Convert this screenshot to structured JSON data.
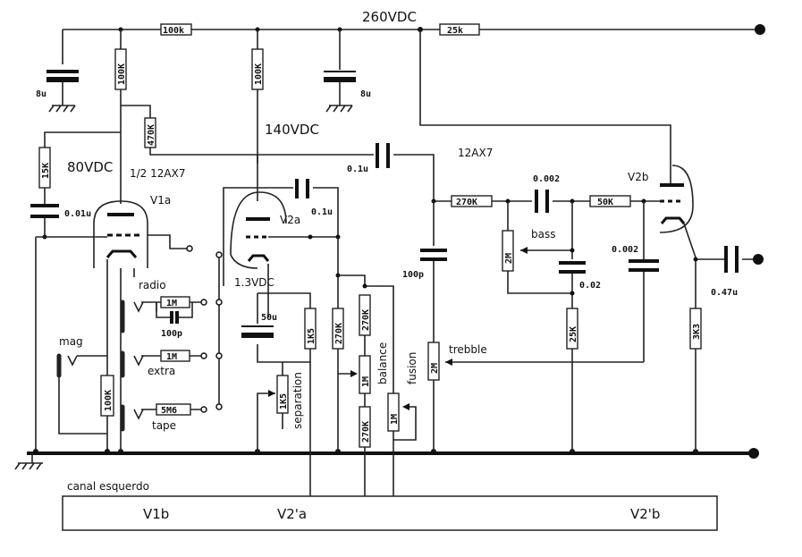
{
  "supply": {
    "v260": "260VDC",
    "v140": "140VDC",
    "v80": "80VDC",
    "v13": "1.3VDC"
  },
  "tubes": {
    "tube_name": "1/2 12AX7",
    "tube_name2": "12AX7",
    "v1a": "V1a",
    "v2a": "V2a",
    "v2b": "V2b"
  },
  "resistors": {
    "r_100k_top": "100k",
    "r_25k": "25k",
    "r_100k_a": "100K",
    "r_100k_b": "100K",
    "r_470k": "470K",
    "r_15k": "15K",
    "r_1m_radio": "1M",
    "r_1m_extra": "1M",
    "r_5m6": "5M6",
    "r_100k_in": "100K",
    "r_1k5_a": "1K5",
    "r_1k5_b": "1K5",
    "r_270k_a": "270K",
    "r_270k_b": "270K",
    "r_1m_bal": "1M",
    "r_270k_c": "270K",
    "r_1m_fus": "1M",
    "r_270k_d": "270K",
    "r_2m_treb": "2M",
    "r_2m_bass": "2M",
    "r_50k": "50K",
    "r_25k_b": "25K",
    "r_3k3": "3K3"
  },
  "capacitors": {
    "c_8u_a": "8u",
    "c_8u_b": "8u",
    "c_001": "0.01u",
    "c_100p_radio": "100p",
    "c_50u": "50u",
    "c_01u_a": "0.1u",
    "c_01u_b": "0.1u",
    "c_100p": "100p",
    "c_0002_a": "0.002",
    "c_0002_b": "0.002",
    "c_002": "0.02",
    "c_047": "0.47u"
  },
  "inputs": {
    "radio": "radio",
    "extra": "extra",
    "tape": "tape",
    "mag": "mag"
  },
  "controls": {
    "separation": "separation",
    "balance": "balance",
    "fusion": "fusion",
    "bass": "bass",
    "trebble": "trebble"
  },
  "footer": {
    "canal": "canal esquerdo",
    "box_v1b": "V1b",
    "box_v2a": "V2'a",
    "box_v2b": "V2'b"
  }
}
